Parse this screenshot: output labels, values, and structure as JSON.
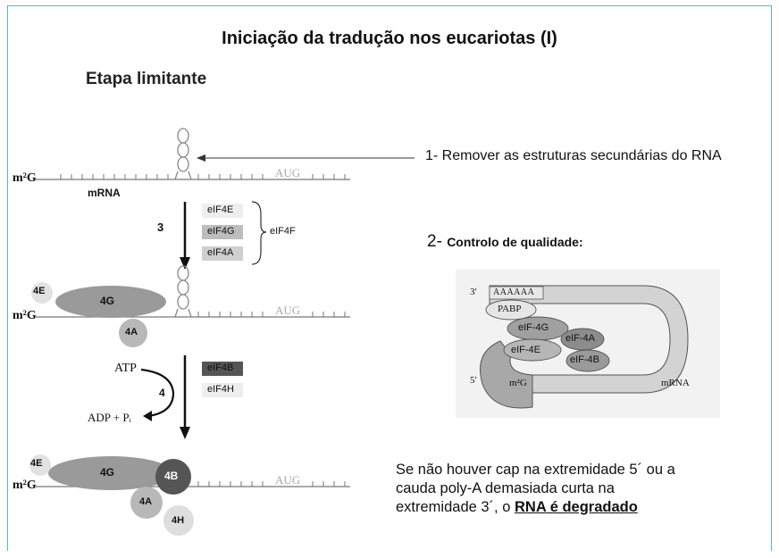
{
  "slide": {
    "title": "Iniciação da tradução nos eucariotas (I)",
    "subtitle": "Etapa limitante",
    "step1": "1- Remover as estruturas secundárias do RNA",
    "step2_number": "2-",
    "step2_label": "Controlo de qualidade:",
    "note_line1": "Se não houver cap na extremidade 5´ ou a",
    "note_line2": "cauda poly-A demasiada curta na",
    "note_line3_prefix": "extremidade 3´, o ",
    "note_line3_emphasis": "RNA é degradado"
  },
  "left_diagram": {
    "cap_label": "m²G",
    "mrna_label": "mRNA",
    "codon_label": "AUG",
    "step3_label": "3",
    "factors_group1": [
      "eIF4E",
      "eIF4G",
      "eIF4A"
    ],
    "group1_label": "eIF4F",
    "subunit_4E": "4E",
    "subunit_4G": "4G",
    "subunit_4A": "4A",
    "step4_label": "4",
    "atp_label": "ATP",
    "adp_label": "ADP + Pᵢ",
    "factors_group2": [
      "eIF4B",
      "eIF4H"
    ],
    "subunit_4B": "4B",
    "subunit_4H": "4H"
  },
  "right_diagram": {
    "end3": "3′",
    "polyA": "AAAAAA",
    "pabp": "PABP",
    "eif4g": "eIF-4G",
    "eif4a": "eIF-4A",
    "eif4e": "eIF-4E",
    "eif4b": "eIF-4B",
    "end5": "5′",
    "cap": "m²G",
    "mrna": "mRNA"
  },
  "colors": {
    "frame": "#5ab4d6",
    "protein_dark": "#8a8a8a",
    "protein_light": "#c8c8c8",
    "rna_loop": "#cfcfcf"
  }
}
